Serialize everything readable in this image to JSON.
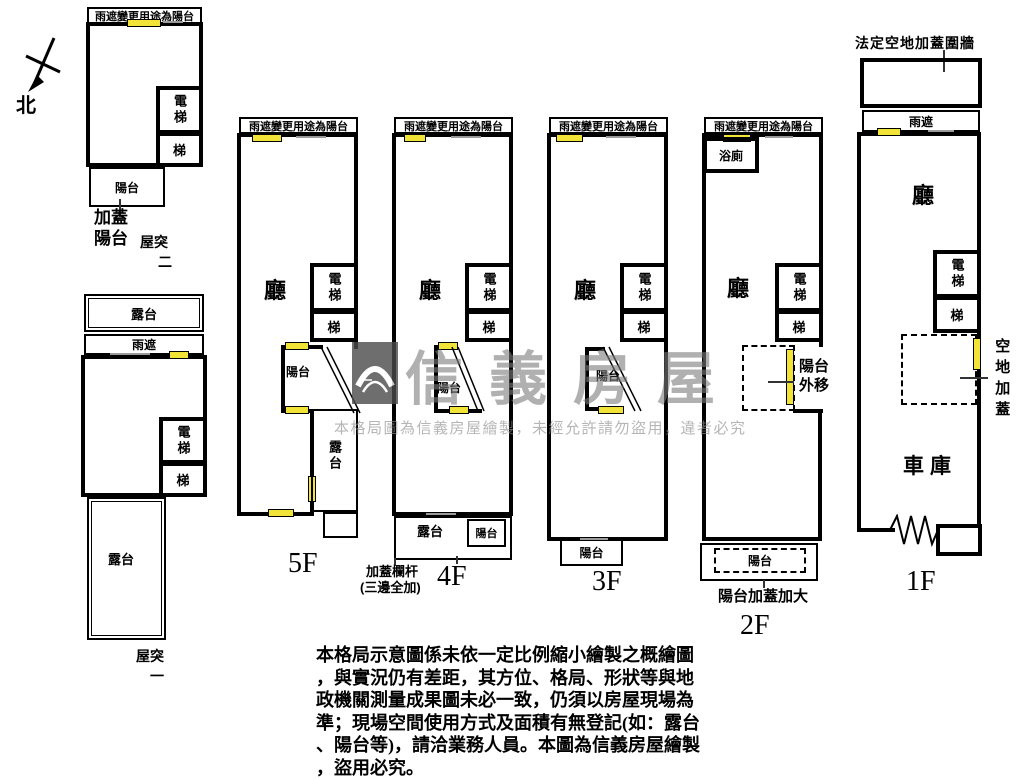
{
  "compass": {
    "label": "北"
  },
  "watermark": {
    "brand": "信義房屋",
    "notice": "本格局圖為信義房屋繪製，未經允許請勿盜用，違者必究",
    "colors": {
      "brand_gray": "#7d7d7d",
      "logo_bg": "#4b4b4b"
    }
  },
  "disclaimer": {
    "lines": [
      "本格局示意圖係未依一定比例縮小繪製之概繪圖",
      "，與實況仍有差距，其方位、格局、形狀等與地",
      "政機關測量成果圖未必一致，仍須以房屋現場為",
      "準；現場空間使用方式及面積有無登記(如：露台",
      "、陽台等)，請洽業務人員。本圖為信義房屋繪製",
      "，盜用必究。"
    ]
  },
  "colors": {
    "wall": "#000000",
    "window_marker": "#f2e338"
  },
  "roof2": {
    "header": "雨遮變更用途為陽台",
    "elevator": "電梯",
    "stair": "梯",
    "balcony": "陽台",
    "annotation": "加蓋陽台",
    "floor": "屋突",
    "floor_num": "二"
  },
  "roof1": {
    "terrace_top": "露台",
    "canopy": "雨遮",
    "elevator": "電梯",
    "stair": "梯",
    "terrace_bottom": "露台",
    "floor": "屋突",
    "floor_num": "一"
  },
  "f5": {
    "header": "雨遮變更用途為陽台",
    "living": "廳",
    "elevator": "電梯",
    "stair": "梯",
    "balcony": "陽台",
    "terrace": "露台",
    "floor": "5F"
  },
  "f4": {
    "header": "雨遮變更用途為陽台",
    "living": "廳",
    "elevator": "電梯",
    "stair": "梯",
    "balcony": "陽台",
    "terrace": "露台",
    "balcony_small": "陽台",
    "annotation": [
      "加蓋欄杆",
      "(三邊全加)"
    ],
    "floor": "4F"
  },
  "f3": {
    "header": "雨遮變更用途為陽台",
    "living": "廳",
    "elevator": "電梯",
    "stair": "梯",
    "balcony": "陽台",
    "balcony_bottom": "陽台",
    "floor": "3F"
  },
  "f2": {
    "header": "雨遮變更用途為陽台",
    "bathroom": "浴廁",
    "living": "廳",
    "elevator": "電梯",
    "stair": "梯",
    "balcony_note": "陽台外移",
    "balcony_bottom": "陽台",
    "bottom_note": "陽台加蓋加大",
    "floor": "2F"
  },
  "f1": {
    "top_note": "法定空地加蓋圍牆",
    "canopy": "雨遮",
    "living": "廳",
    "elevator": "電梯",
    "stair": "梯",
    "side_note": "空地加蓋",
    "garage": "車庫",
    "floor": "1F"
  }
}
